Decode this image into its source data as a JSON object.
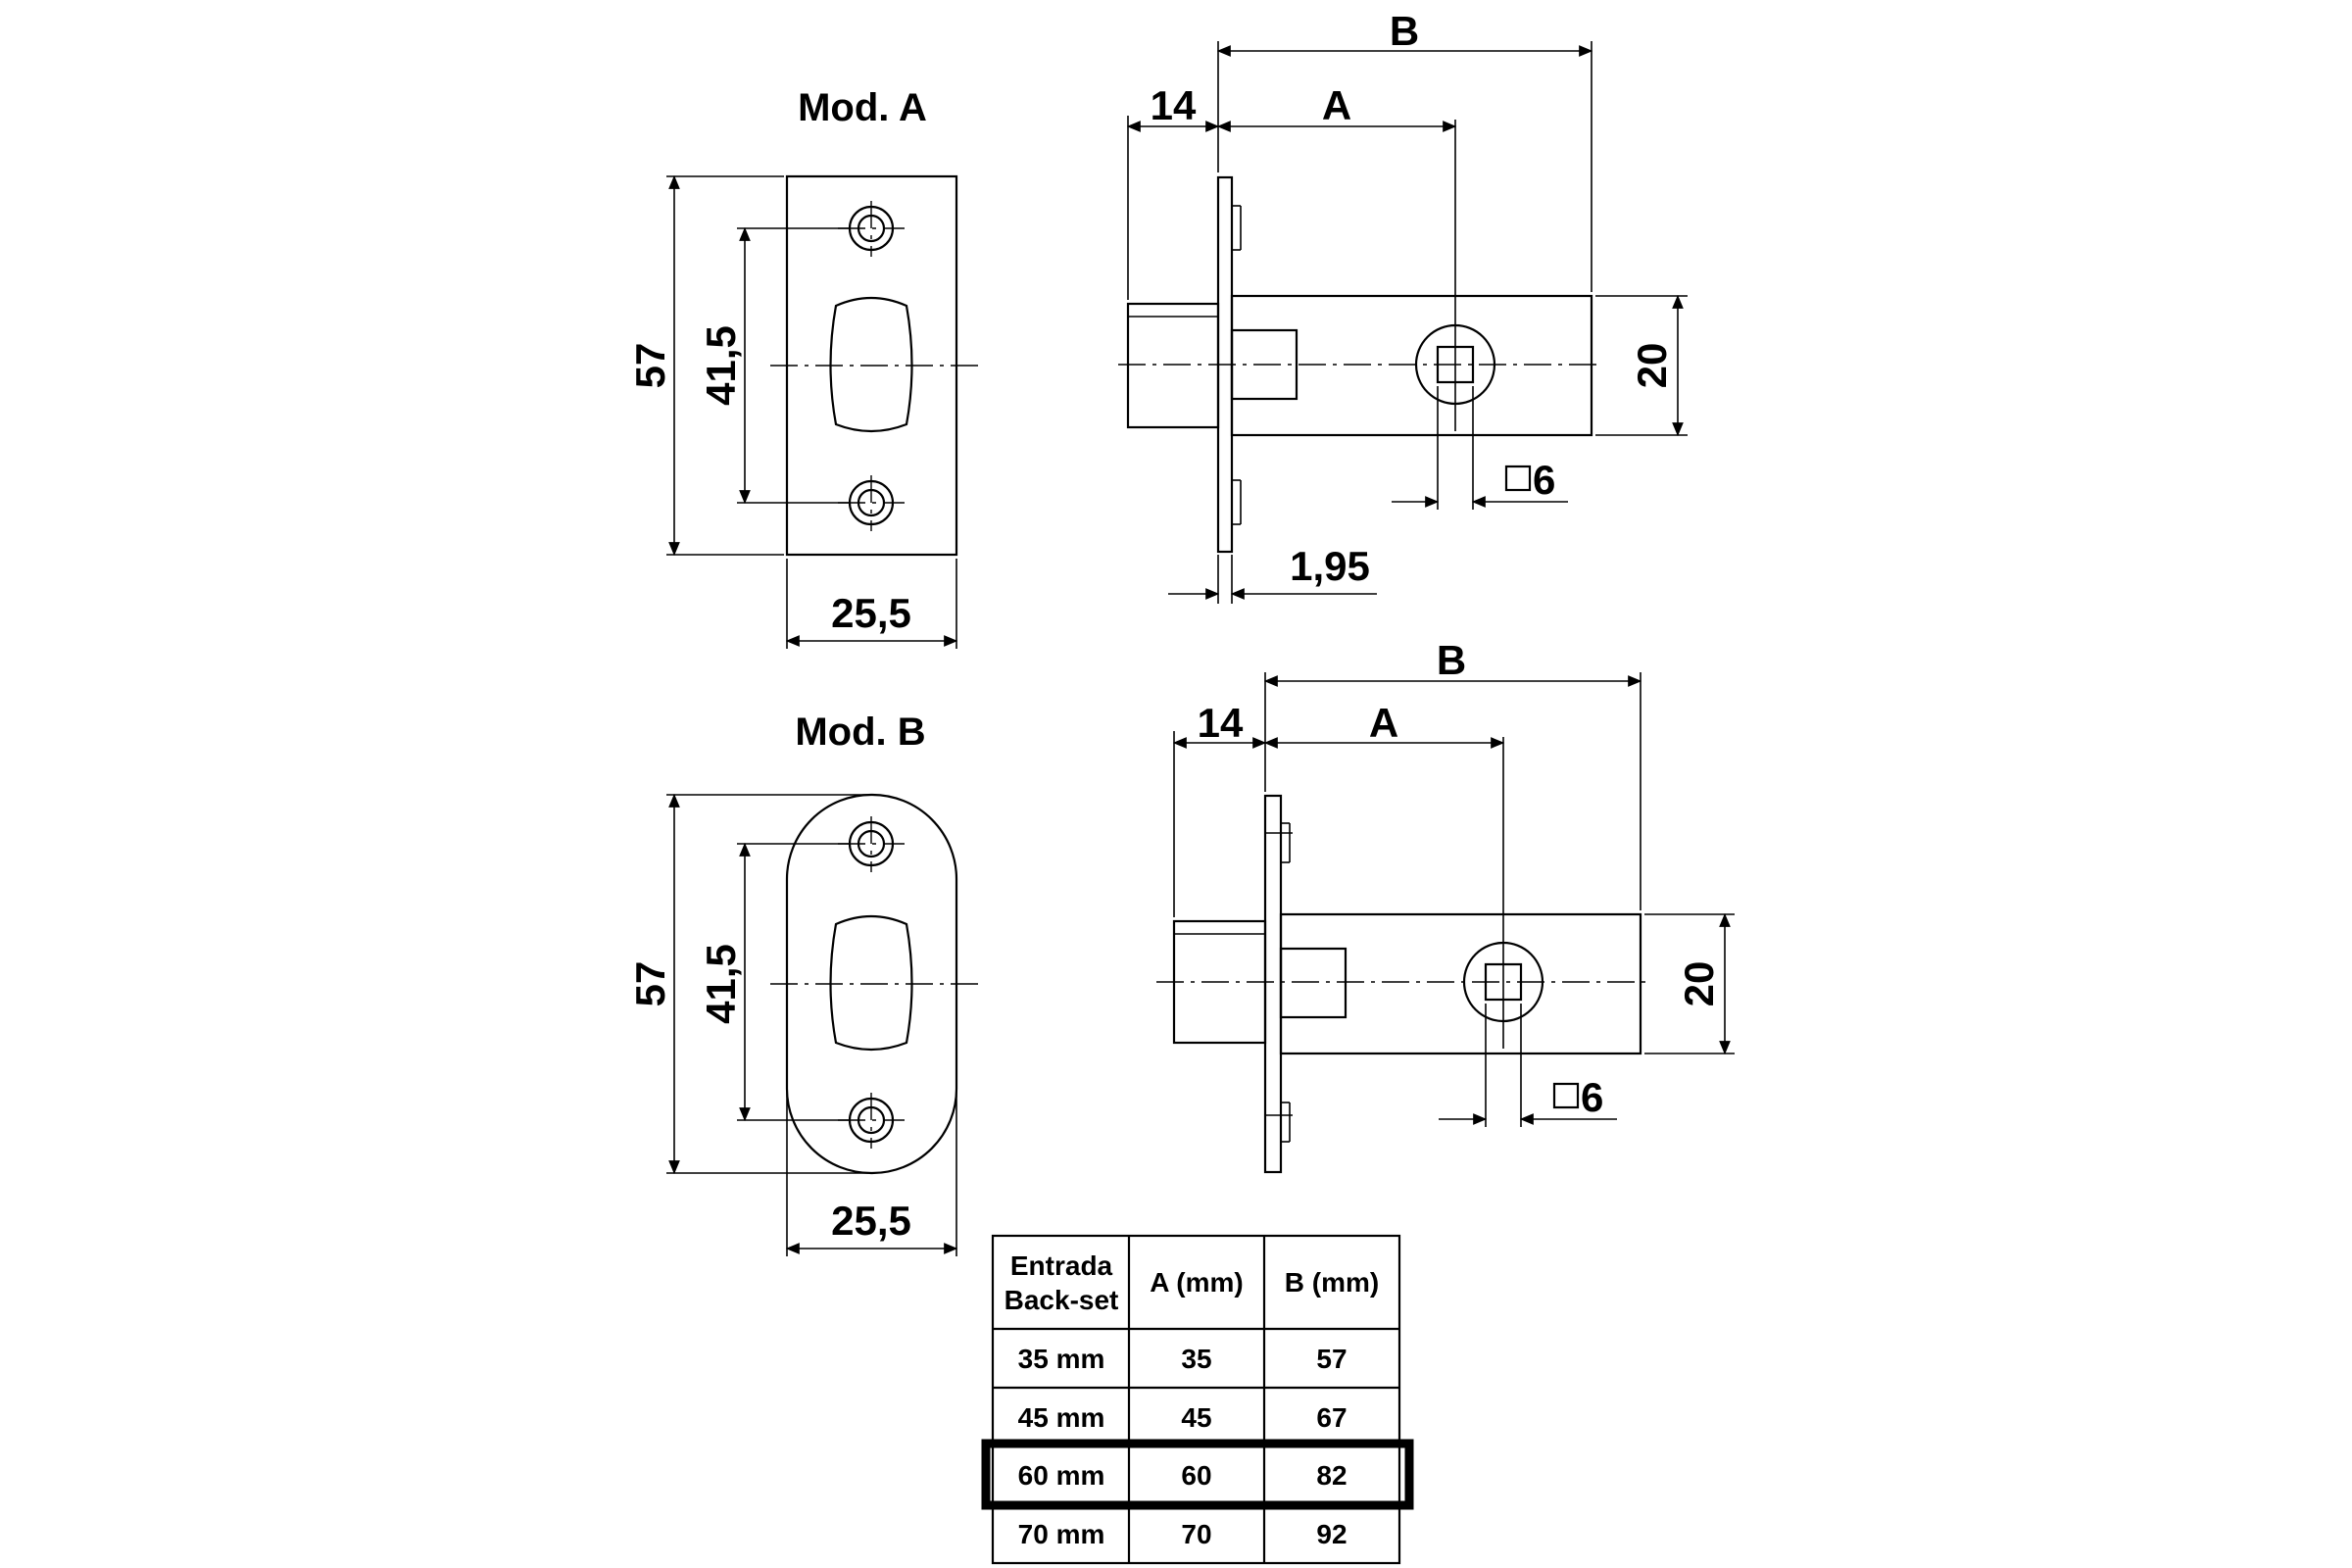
{
  "model_a": {
    "title": "Mod. A",
    "height": "57",
    "screw_spacing": "41,5",
    "width": "25,5",
    "overall_length": "B",
    "frontplate_depth": "14",
    "backset": "A",
    "case_height": "20",
    "spindle_square": "6",
    "plate_thickness": "1,95"
  },
  "model_b": {
    "title": "Mod. B",
    "height": "57",
    "screw_spacing": "41,5",
    "width": "25,5",
    "overall_length": "B",
    "frontplate_depth": "14",
    "backset": "A",
    "case_height": "20",
    "spindle_square": "6"
  },
  "table": {
    "header_line1": "Entrada",
    "header_line2": "Back-set",
    "col_a": "A (mm)",
    "col_b": "B (mm)",
    "rows": [
      {
        "entrada": "35 mm",
        "a": "35",
        "b": "57"
      },
      {
        "entrada": "45 mm",
        "a": "45",
        "b": "67"
      },
      {
        "entrada": "60 mm",
        "a": "60",
        "b": "82"
      },
      {
        "entrada": "70 mm",
        "a": "70",
        "b": "92"
      }
    ],
    "highlighted_row": 2
  }
}
